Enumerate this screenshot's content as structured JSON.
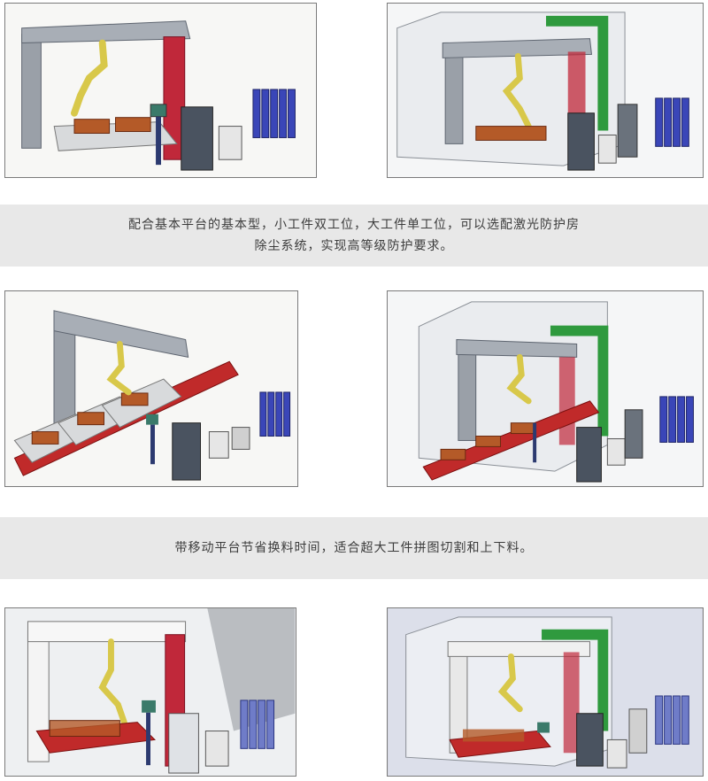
{
  "captions": {
    "caption1": {
      "line1": "配合基本平台的基本型，小工件双工位，大工件单工位，可以选配激光防护房",
      "line2": "除尘系统，实现高等级防护要求。"
    },
    "caption2": {
      "line1": "带移动平台节省换料时间，适合超大工件拼图切割和上下料。"
    }
  },
  "images": [
    {
      "name": "gantry-basic-double-station",
      "enclosure": false
    },
    {
      "name": "gantry-basic-with-laser-enclosure",
      "enclosure": true
    },
    {
      "name": "gantry-moving-platform",
      "enclosure": false
    },
    {
      "name": "gantry-moving-platform-with-enclosure",
      "enclosure": true
    },
    {
      "name": "gantry-large-workpiece",
      "enclosure": false
    },
    {
      "name": "gantry-large-workpiece-with-enclosure",
      "enclosure": true
    }
  ],
  "colors": {
    "gantry": "#9aa0a8",
    "red_column": "#c0283a",
    "robot_arm": "#d8c84a",
    "cylinders": "#3a46b8",
    "duct": "#2f9a3e",
    "cabinet": "#4a5360",
    "rails": "#c02a2a",
    "workpiece": "#b45a28"
  }
}
